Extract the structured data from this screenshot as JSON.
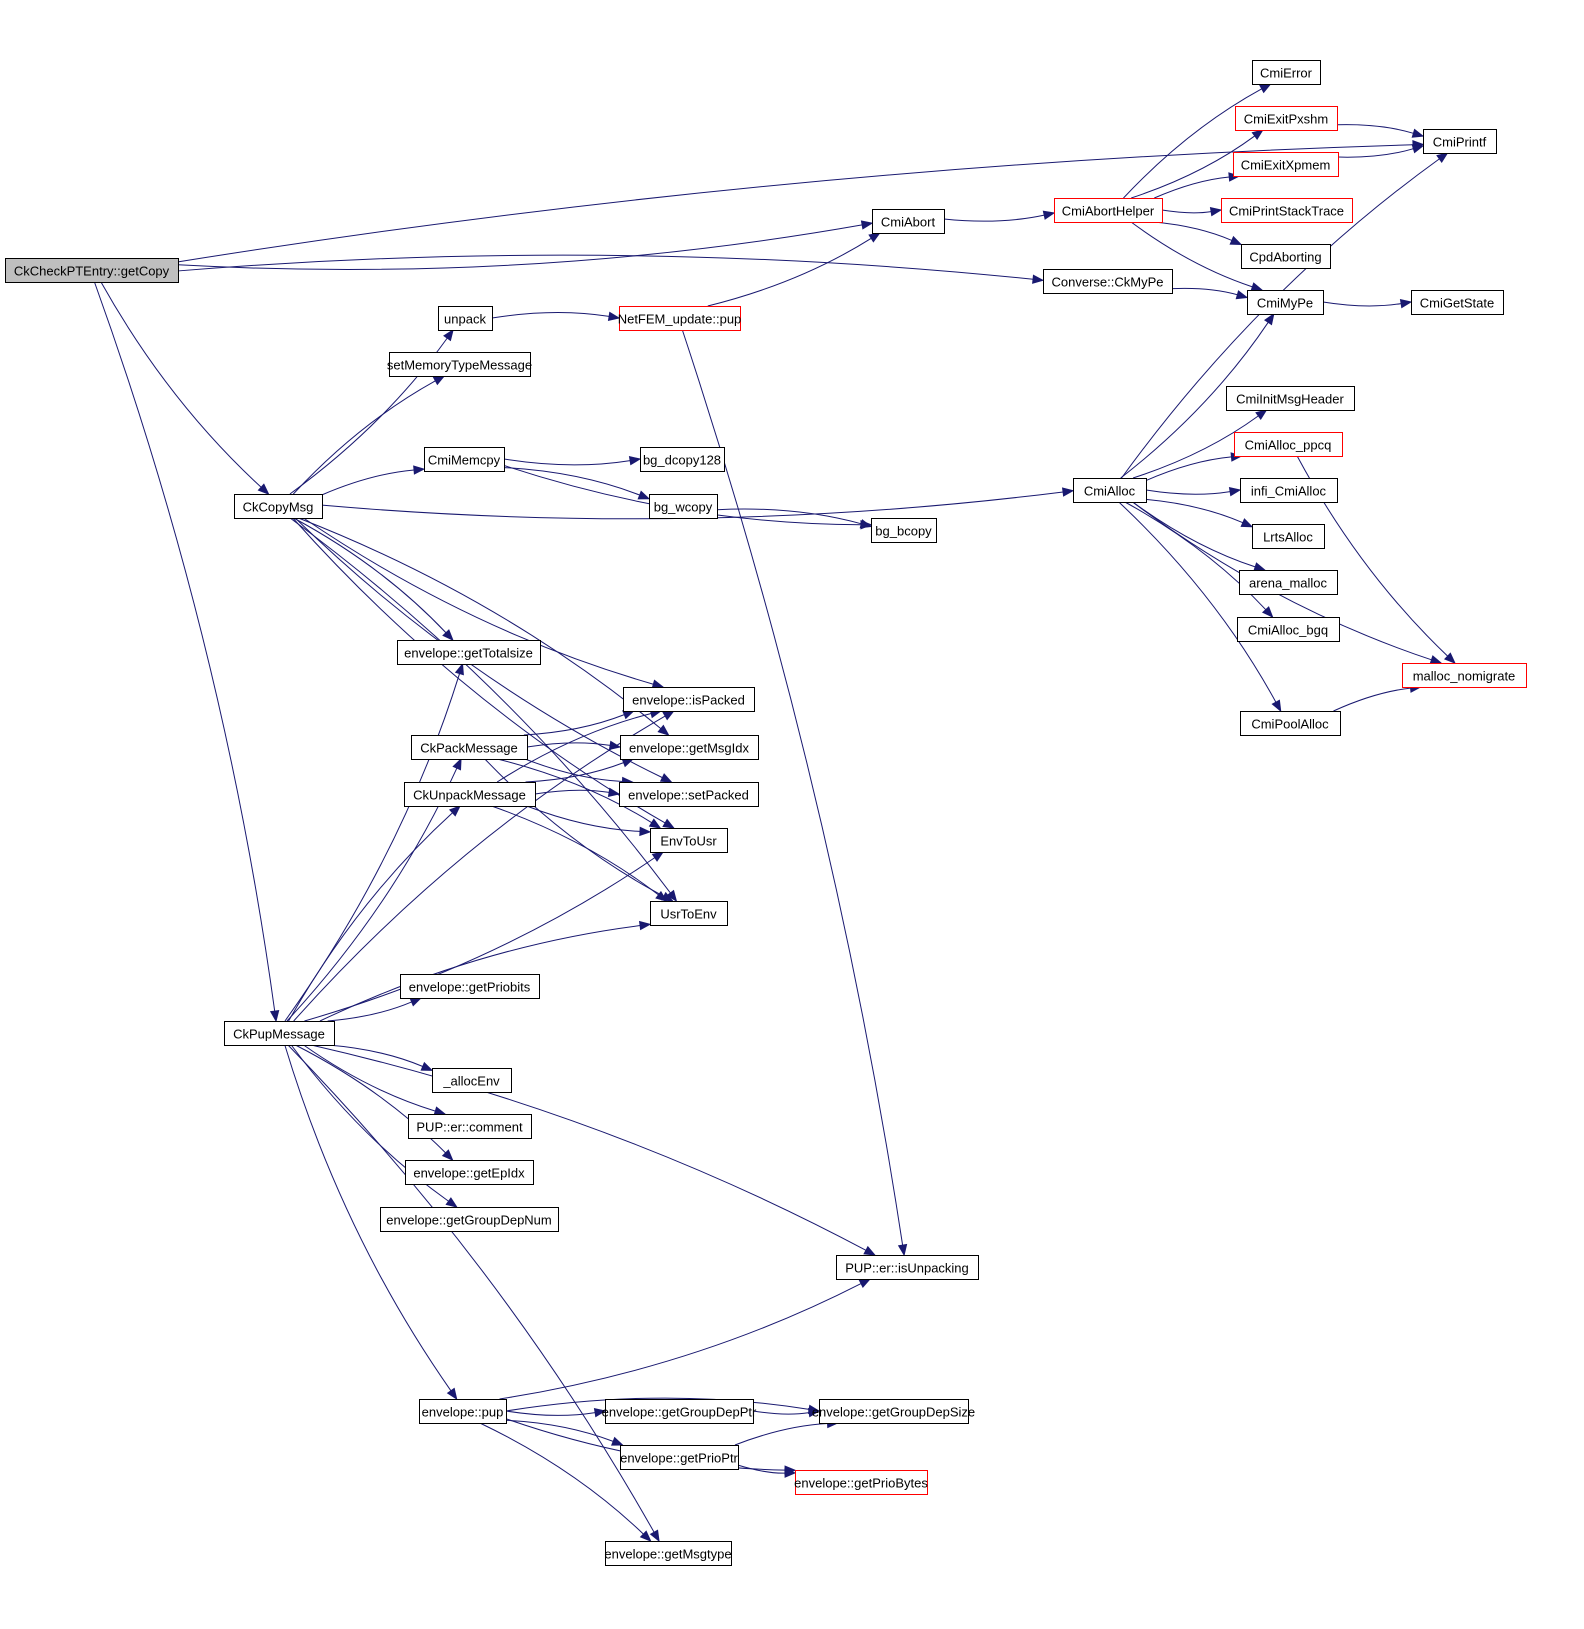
{
  "diagram": {
    "type": "call-graph",
    "root": "CkCheckPTEntry::getCopy",
    "edge_color": "#191970",
    "highlight_color": "#ff0000",
    "root_fill": "#bfbfbf",
    "nodes": [
      {
        "id": "getCopy",
        "label": "CkCheckPTEntry::getCopy",
        "style": "root"
      },
      {
        "id": "CmiAbort",
        "label": "CmiAbort",
        "style": "normal"
      },
      {
        "id": "CmiAbortHelper",
        "label": "CmiAbortHelper",
        "style": "red"
      },
      {
        "id": "CmiError",
        "label": "CmiError",
        "style": "normal"
      },
      {
        "id": "CmiExitPxshm",
        "label": "CmiExitPxshm",
        "style": "red"
      },
      {
        "id": "CmiExitXpmem",
        "label": "CmiExitXpmem",
        "style": "red"
      },
      {
        "id": "CmiPrintStackTrace",
        "label": "CmiPrintStackTrace",
        "style": "red"
      },
      {
        "id": "CpdAborting",
        "label": "CpdAborting",
        "style": "normal"
      },
      {
        "id": "CmiPrintf",
        "label": "CmiPrintf",
        "style": "normal"
      },
      {
        "id": "ConverseCkMyPe",
        "label": "Converse::CkMyPe",
        "style": "normal"
      },
      {
        "id": "CmiMyPe",
        "label": "CmiMyPe",
        "style": "normal"
      },
      {
        "id": "CmiGetState",
        "label": "CmiGetState",
        "style": "normal"
      },
      {
        "id": "unpack",
        "label": "unpack",
        "style": "normal"
      },
      {
        "id": "NetFEMpup",
        "label": "NetFEM_update::pup",
        "style": "red"
      },
      {
        "id": "setMemoryTypeMessage",
        "label": "setMemoryTypeMessage",
        "style": "normal"
      },
      {
        "id": "CmiMemcpy",
        "label": "CmiMemcpy",
        "style": "normal"
      },
      {
        "id": "bg_dcopy128",
        "label": "bg_dcopy128",
        "style": "normal"
      },
      {
        "id": "bg_wcopy",
        "label": "bg_wcopy",
        "style": "normal"
      },
      {
        "id": "bg_bcopy",
        "label": "bg_bcopy",
        "style": "normal"
      },
      {
        "id": "CkCopyMsg",
        "label": "CkCopyMsg",
        "style": "normal"
      },
      {
        "id": "CmiAlloc",
        "label": "CmiAlloc",
        "style": "normal"
      },
      {
        "id": "CmiInitMsgHeader",
        "label": "CmiInitMsgHeader",
        "style": "normal"
      },
      {
        "id": "CmiAlloc_ppcq",
        "label": "CmiAlloc_ppcq",
        "style": "red"
      },
      {
        "id": "infi_CmiAlloc",
        "label": "infi_CmiAlloc",
        "style": "normal"
      },
      {
        "id": "LrtsAlloc",
        "label": "LrtsAlloc",
        "style": "normal"
      },
      {
        "id": "arena_malloc",
        "label": "arena_malloc",
        "style": "normal"
      },
      {
        "id": "CmiAlloc_bgq",
        "label": "CmiAlloc_bgq",
        "style": "normal"
      },
      {
        "id": "malloc_nomigrate",
        "label": "malloc_nomigrate",
        "style": "red"
      },
      {
        "id": "CmiPoolAlloc",
        "label": "CmiPoolAlloc",
        "style": "normal"
      },
      {
        "id": "getTotalsize",
        "label": "envelope::getTotalsize",
        "style": "normal"
      },
      {
        "id": "isPacked",
        "label": "envelope::isPacked",
        "style": "normal"
      },
      {
        "id": "CkPackMessage",
        "label": "CkPackMessage",
        "style": "normal"
      },
      {
        "id": "getMsgIdx",
        "label": "envelope::getMsgIdx",
        "style": "normal"
      },
      {
        "id": "CkUnpackMessage",
        "label": "CkUnpackMessage",
        "style": "normal"
      },
      {
        "id": "setPacked",
        "label": "envelope::setPacked",
        "style": "normal"
      },
      {
        "id": "EnvToUsr",
        "label": "EnvToUsr",
        "style": "normal"
      },
      {
        "id": "UsrToEnv",
        "label": "UsrToEnv",
        "style": "normal"
      },
      {
        "id": "getPriobits",
        "label": "envelope::getPriobits",
        "style": "normal"
      },
      {
        "id": "CkPupMessage",
        "label": "CkPupMessage",
        "style": "normal"
      },
      {
        "id": "allocEnv",
        "label": "_allocEnv",
        "style": "normal"
      },
      {
        "id": "PUPcomment",
        "label": "PUP::er::comment",
        "style": "normal"
      },
      {
        "id": "getEpIdx",
        "label": "envelope::getEpIdx",
        "style": "normal"
      },
      {
        "id": "getGroupDepNum",
        "label": "envelope::getGroupDepNum",
        "style": "normal"
      },
      {
        "id": "isUnpacking",
        "label": "PUP::er::isUnpacking",
        "style": "normal"
      },
      {
        "id": "envpup",
        "label": "envelope::pup",
        "style": "normal"
      },
      {
        "id": "getGroupDepPtr",
        "label": "envelope::getGroupDepPtr",
        "style": "normal"
      },
      {
        "id": "getGroupDepSize",
        "label": "envelope::getGroupDepSize",
        "style": "normal"
      },
      {
        "id": "getPrioPtr",
        "label": "envelope::getPrioPtr",
        "style": "normal"
      },
      {
        "id": "getPrioBytes",
        "label": "envelope::getPrioBytes",
        "style": "red"
      },
      {
        "id": "getMsgtype",
        "label": "envelope::getMsgtype",
        "style": "normal"
      }
    ],
    "edges": [
      [
        "getCopy",
        "CmiPrintf"
      ],
      [
        "getCopy",
        "CmiAbort"
      ],
      [
        "getCopy",
        "ConverseCkMyPe"
      ],
      [
        "getCopy",
        "CkCopyMsg"
      ],
      [
        "getCopy",
        "CkPupMessage"
      ],
      [
        "CmiAbort",
        "CmiAbortHelper"
      ],
      [
        "CmiAbortHelper",
        "CmiError"
      ],
      [
        "CmiAbortHelper",
        "CmiExitPxshm"
      ],
      [
        "CmiAbortHelper",
        "CmiExitXpmem"
      ],
      [
        "CmiAbortHelper",
        "CmiPrintStackTrace"
      ],
      [
        "CmiAbortHelper",
        "CpdAborting"
      ],
      [
        "CmiAbortHelper",
        "CmiMyPe"
      ],
      [
        "CmiExitPxshm",
        "CmiPrintf"
      ],
      [
        "CmiExitXpmem",
        "CmiPrintf"
      ],
      [
        "ConverseCkMyPe",
        "CmiMyPe"
      ],
      [
        "CmiMyPe",
        "CmiGetState"
      ],
      [
        "unpack",
        "NetFEMpup"
      ],
      [
        "NetFEMpup",
        "CmiAbort"
      ],
      [
        "NetFEMpup",
        "isUnpacking"
      ],
      [
        "CkCopyMsg",
        "unpack"
      ],
      [
        "CkCopyMsg",
        "setMemoryTypeMessage"
      ],
      [
        "CkCopyMsg",
        "CmiAlloc"
      ],
      [
        "CkCopyMsg",
        "CmiMemcpy"
      ],
      [
        "CkCopyMsg",
        "isPacked"
      ],
      [
        "CkCopyMsg",
        "getMsgIdx"
      ],
      [
        "CkCopyMsg",
        "setPacked"
      ],
      [
        "CkCopyMsg",
        "getTotalsize"
      ],
      [
        "CkCopyMsg",
        "EnvToUsr"
      ],
      [
        "CkCopyMsg",
        "UsrToEnv"
      ],
      [
        "CmiMemcpy",
        "bg_dcopy128"
      ],
      [
        "CmiMemcpy",
        "bg_wcopy"
      ],
      [
        "CmiMemcpy",
        "bg_bcopy"
      ],
      [
        "bg_wcopy",
        "bg_bcopy"
      ],
      [
        "CmiAlloc",
        "CmiMyPe"
      ],
      [
        "CmiAlloc",
        "CmiPrintf"
      ],
      [
        "CmiAlloc",
        "CmiInitMsgHeader"
      ],
      [
        "CmiAlloc",
        "CmiAlloc_ppcq"
      ],
      [
        "CmiAlloc",
        "infi_CmiAlloc"
      ],
      [
        "CmiAlloc",
        "LrtsAlloc"
      ],
      [
        "CmiAlloc",
        "arena_malloc"
      ],
      [
        "CmiAlloc",
        "CmiAlloc_bgq"
      ],
      [
        "CmiAlloc",
        "malloc_nomigrate"
      ],
      [
        "CmiAlloc",
        "CmiPoolAlloc"
      ],
      [
        "CmiAlloc_ppcq",
        "malloc_nomigrate"
      ],
      [
        "CmiPoolAlloc",
        "malloc_nomigrate"
      ],
      [
        "CkPackMessage",
        "isPacked"
      ],
      [
        "CkPackMessage",
        "getMsgIdx"
      ],
      [
        "CkPackMessage",
        "setPacked"
      ],
      [
        "CkPackMessage",
        "EnvToUsr"
      ],
      [
        "CkPackMessage",
        "UsrToEnv"
      ],
      [
        "CkUnpackMessage",
        "isPacked"
      ],
      [
        "CkUnpackMessage",
        "getMsgIdx"
      ],
      [
        "CkUnpackMessage",
        "setPacked"
      ],
      [
        "CkUnpackMessage",
        "EnvToUsr"
      ],
      [
        "CkUnpackMessage",
        "UsrToEnv"
      ],
      [
        "CkPupMessage",
        "getTotalsize"
      ],
      [
        "CkPupMessage",
        "isPacked"
      ],
      [
        "CkPupMessage",
        "CkPackMessage"
      ],
      [
        "CkPupMessage",
        "CkUnpackMessage"
      ],
      [
        "CkPupMessage",
        "EnvToUsr"
      ],
      [
        "CkPupMessage",
        "UsrToEnv"
      ],
      [
        "CkPupMessage",
        "getPriobits"
      ],
      [
        "CkPupMessage",
        "allocEnv"
      ],
      [
        "CkPupMessage",
        "PUPcomment"
      ],
      [
        "CkPupMessage",
        "getEpIdx"
      ],
      [
        "CkPupMessage",
        "getGroupDepNum"
      ],
      [
        "CkPupMessage",
        "isUnpacking"
      ],
      [
        "CkPupMessage",
        "envpup"
      ],
      [
        "CkPupMessage",
        "getMsgtype"
      ],
      [
        "envpup",
        "isUnpacking"
      ],
      [
        "envpup",
        "getGroupDepSize"
      ],
      [
        "envpup",
        "getGroupDepPtr"
      ],
      [
        "envpup",
        "getPrioPtr"
      ],
      [
        "envpup",
        "getPrioBytes"
      ],
      [
        "envpup",
        "getMsgtype"
      ],
      [
        "getGroupDepPtr",
        "getGroupDepSize"
      ],
      [
        "getPrioPtr",
        "getGroupDepSize"
      ],
      [
        "getPrioPtr",
        "getPrioBytes"
      ]
    ]
  }
}
